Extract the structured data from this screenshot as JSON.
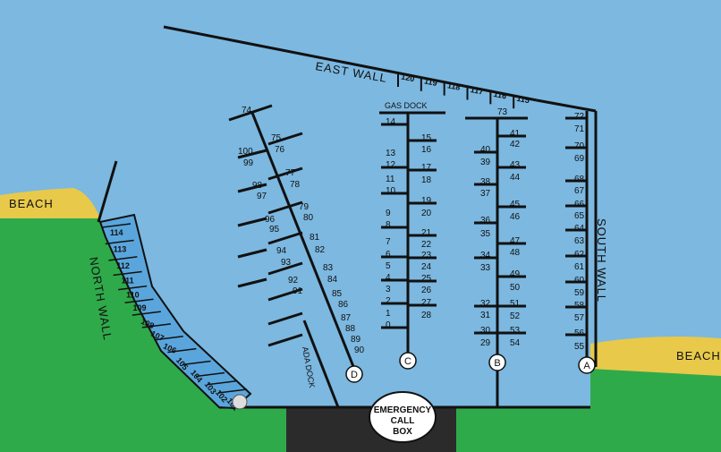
{
  "labels": {
    "east_wall": "EAST WALL",
    "north_wall": "NORTH WALL",
    "south_wall": "SOUTH WALL",
    "beach_left": "BEACH",
    "beach_right": "BEACH",
    "gas_dock": "GAS DOCK",
    "ada_dock": "ADA DOCK",
    "emergency": [
      "EMERGENCY",
      "CALL",
      "BOX"
    ]
  },
  "east_wall_slips": [
    "120",
    "119",
    "118",
    "117",
    "116",
    "115"
  ],
  "north_wall_slips": [
    "114",
    "113",
    "112",
    "111",
    "110",
    "109",
    "108",
    "107",
    "106",
    "105",
    "104",
    "103",
    "102",
    "101"
  ],
  "docks": {
    "A": {
      "letter": "A",
      "left": [
        "72",
        "71",
        "70",
        "69",
        "68",
        "67",
        "66",
        "65",
        "64",
        "63",
        "62",
        "61",
        "60",
        "59",
        "58",
        "57",
        "56",
        "55"
      ]
    },
    "B": {
      "letter": "B",
      "head": "73",
      "left": [
        "40",
        "39",
        "38",
        "37",
        "36",
        "35",
        "34",
        "33",
        "32",
        "31",
        "30",
        "29"
      ],
      "right": [
        "41",
        "42",
        "43",
        "44",
        "45",
        "46",
        "47",
        "48",
        "49",
        "50",
        "51",
        "52",
        "53",
        "54"
      ]
    },
    "C": {
      "letter": "C",
      "left": [
        "14",
        "13",
        "12",
        "11",
        "10",
        "9",
        "8",
        "7",
        "6",
        "5",
        "4",
        "3",
        "2",
        "1",
        "0"
      ],
      "right": [
        "15",
        "16",
        "17",
        "18",
        "19",
        "20",
        "21",
        "22",
        "23",
        "24",
        "25",
        "26",
        "27",
        "28"
      ]
    },
    "D": {
      "letter": "D",
      "head": "74",
      "left": [
        "100",
        "99",
        "98",
        "97",
        "96",
        "95",
        "94",
        "93",
        "92",
        "91"
      ],
      "right": [
        "75",
        "76",
        "77",
        "78",
        "79",
        "80",
        "81",
        "82",
        "83",
        "84",
        "85",
        "86",
        "87",
        "88",
        "89",
        "90"
      ]
    }
  },
  "colors": {
    "water": "#7cb8e0",
    "land": "#2faa4a",
    "beach": "#e8c94a",
    "slip_fill": "#5aa6dc",
    "dock": "#111111"
  }
}
